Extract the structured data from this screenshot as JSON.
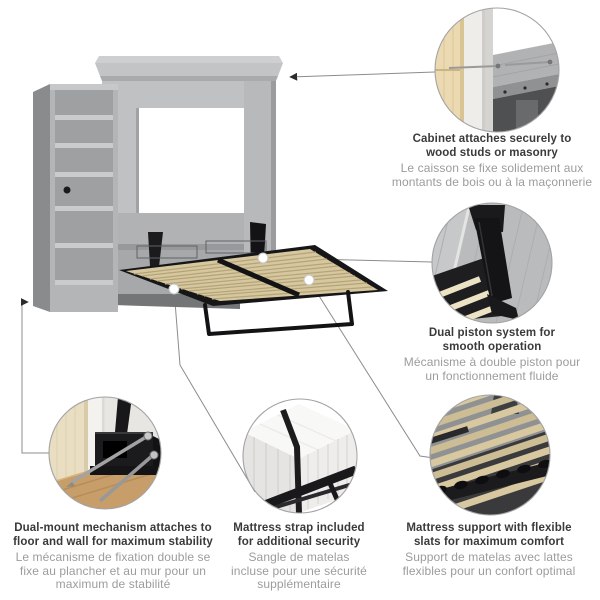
{
  "image": {
    "type": "product-feature-diagram",
    "subject": "Murphy wall bed with side shelving unit, bed folded open showing slatted deck",
    "background": "#ffffff"
  },
  "callouts": [
    {
      "id": "cabinet-attachment",
      "detail": "cabinet top corner anchored to wall stud with screws",
      "title_lines": [
        "Cabinet attaches securely to",
        "wood studs or masonry"
      ],
      "subtitle_lines": [
        "Le caisson se fixe solidement aux",
        "montants de bois ou à la maçonnerie"
      ]
    },
    {
      "id": "dual-piston",
      "detail": "black piston arm inside cabinet above slats",
      "title_lines": [
        "Dual piston system for",
        "smooth operation"
      ],
      "subtitle_lines": [
        "Mécanisme à double piston pour",
        "un fonctionnement fluide"
      ]
    },
    {
      "id": "dual-mount",
      "detail": "black floor bracket with lag screws at wall base",
      "title_lines": [
        "Dual-mount mechanism attaches to",
        "floor and wall for maximum stability"
      ],
      "subtitle_lines": [
        "Le mécanisme de fixation double se",
        "fixe au plancher et au mur pour un",
        "maximum de stabilité"
      ]
    },
    {
      "id": "mattress-strap",
      "detail": "black strap over white mattress corner on frame",
      "title_lines": [
        "Mattress strap included",
        "for additional security"
      ],
      "subtitle_lines": [
        "Sangle de matelas",
        "incluse pour une sécurité",
        "supplémentaire"
      ]
    },
    {
      "id": "mattress-support",
      "detail": "rows of flexible wood slats on black metal frame",
      "title_lines": [
        "Mattress support with flexible",
        "slats for maximum comfort"
      ],
      "subtitle_lines": [
        "Support de matelas avec lattes",
        "flexibles pour un confort optimal"
      ]
    }
  ],
  "colors": {
    "title_text": "#3a3a3a",
    "subtitle_text": "#9c9c9c",
    "leader_line": "#8c8c8c",
    "arrow": "#2b2b2b",
    "circle_ring": "#a3a3a3",
    "cabinet_gray": "#bfc1c3",
    "slat_tan": "#d7c79f",
    "frame_black": "#161618",
    "plywood": "#ebd9b1",
    "floor_wood": "#c79e69",
    "mattress_white": "#f8f8f6"
  }
}
